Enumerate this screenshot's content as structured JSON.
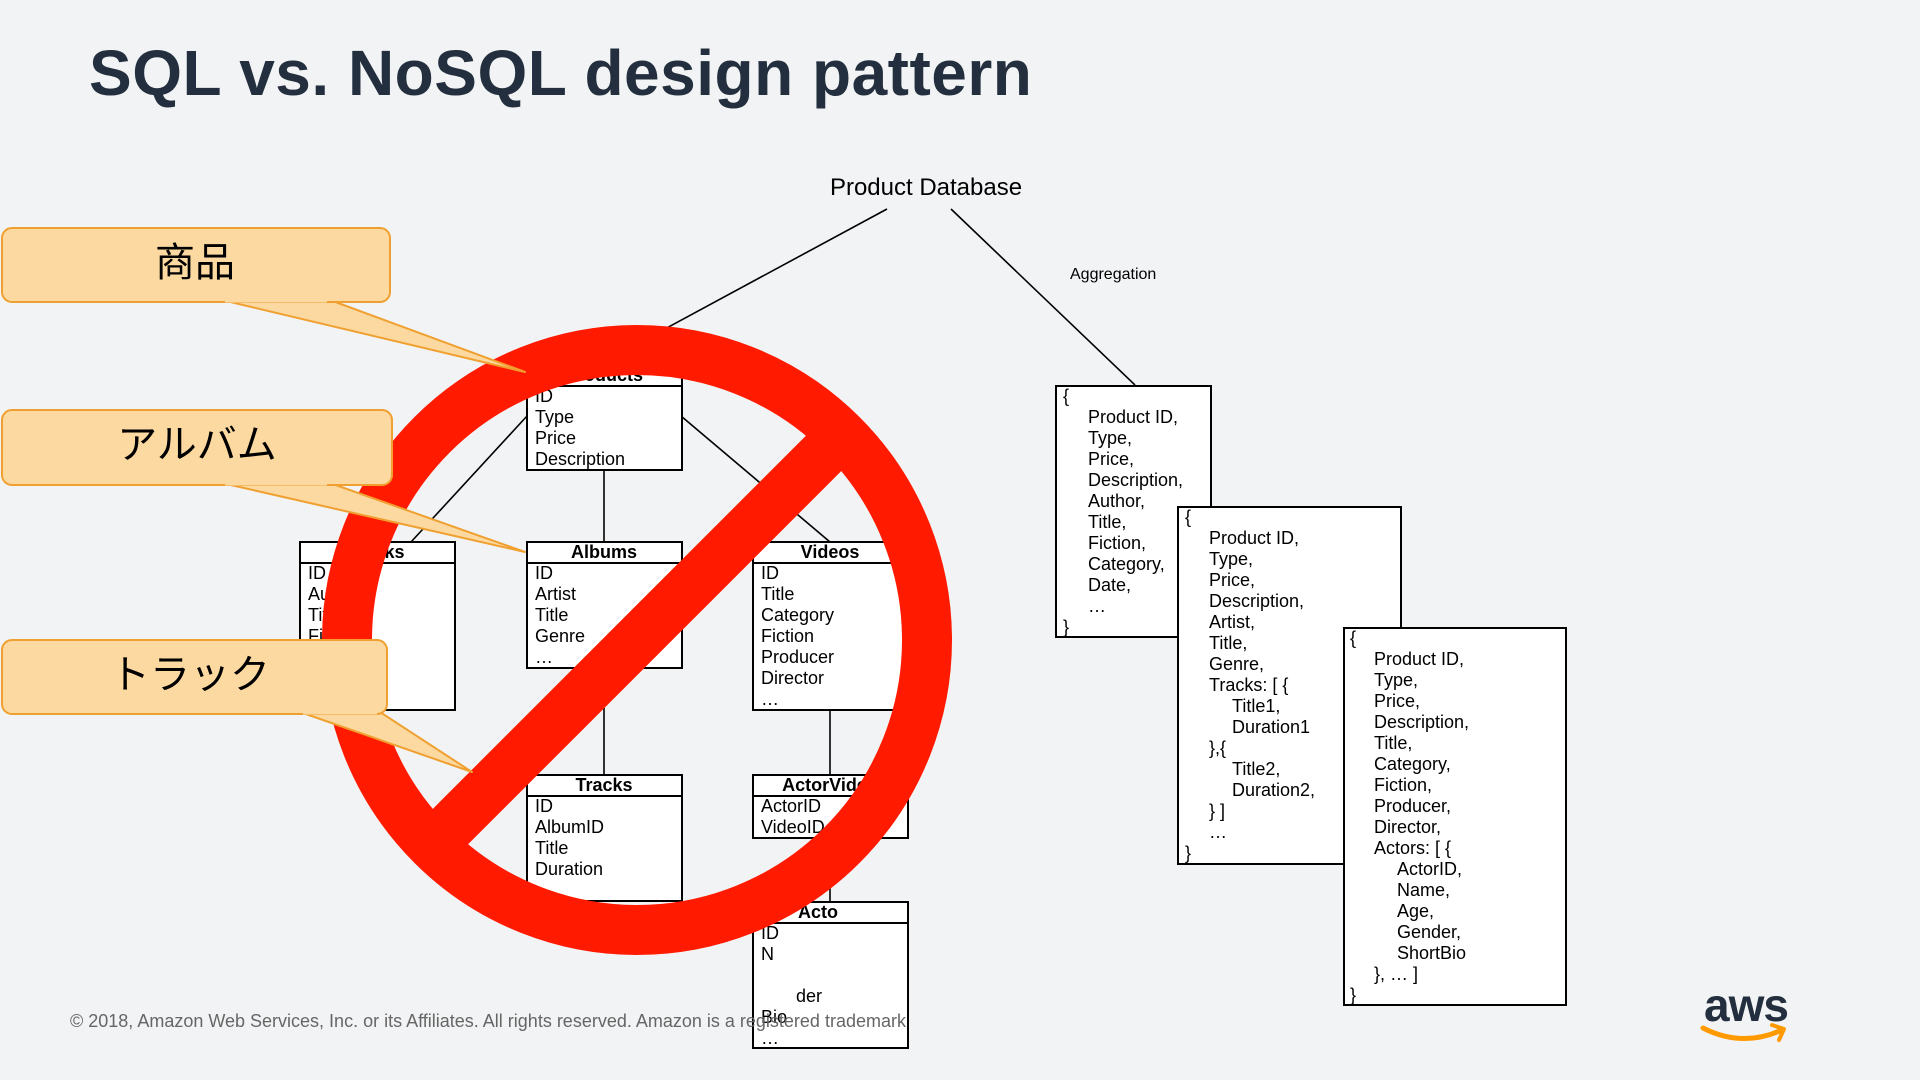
{
  "title": "SQL vs. NoSQL design pattern",
  "db_label": "Product Database",
  "aggregation_label": "Aggregation",
  "colors": {
    "prohibit": "#ff1a00",
    "callout_fill": "#fcd9a0",
    "callout_stroke": "#f0a030",
    "title": "#232f3e",
    "aws_smile": "#ff9900"
  },
  "tables": [
    {
      "name": "Products",
      "fields": [
        "ID",
        "Type",
        "Price",
        "Description"
      ]
    },
    {
      "name": "Books",
      "fields": [
        "ID",
        "Author",
        "Title",
        "Fiction"
      ]
    },
    {
      "name": "Albums",
      "fields": [
        "ID",
        "Artist",
        "Title",
        "Genre",
        "…"
      ]
    },
    {
      "name": "Videos",
      "fields": [
        "ID",
        "Title",
        "Category",
        "Fiction",
        "Producer",
        "Director",
        "…"
      ]
    },
    {
      "name": "Tracks",
      "fields": [
        "ID",
        "AlbumID",
        "Title",
        "Duration",
        "…"
      ]
    },
    {
      "name": "ActorVideo",
      "fields": [
        "ActorID",
        "VideoID"
      ]
    },
    {
      "name": "Acto",
      "fields": [
        "ID",
        "N",
        "",
        "der",
        "Bio",
        "…"
      ]
    }
  ],
  "documents": [
    {
      "lines": [
        "{",
        "Product ID,",
        "Type,",
        "Price,",
        "Description,",
        "Author,",
        "Title,",
        "Fiction,",
        "Category,",
        "Date,",
        "…",
        "}"
      ]
    },
    {
      "lines": [
        "{",
        "Product ID,",
        "Type,",
        "Price,",
        "Description,",
        "Artist,",
        "Title,",
        "Genre,",
        "Tracks: [ {",
        "Title1,",
        "Duration1",
        "},{",
        "Title2,",
        "Duration2,",
        "} ]",
        "…",
        "}"
      ]
    },
    {
      "lines": [
        "{",
        "Product ID,",
        "Type,",
        "Price,",
        "Description,",
        "Title,",
        "Category,",
        "Fiction,",
        "Producer,",
        "Director,",
        "Actors: [ {",
        "ActorID,",
        "Name,",
        "Age,",
        "Gender,",
        "ShortBio",
        "}, … ]",
        "}"
      ]
    }
  ],
  "callouts": [
    "商品",
    "アルバム",
    "トラック"
  ],
  "copyright": "© 2018, Amazon Web Services, Inc. or its Affiliates. All rights reserved. Amazon is a registered trademark",
  "logo_text": "aws"
}
